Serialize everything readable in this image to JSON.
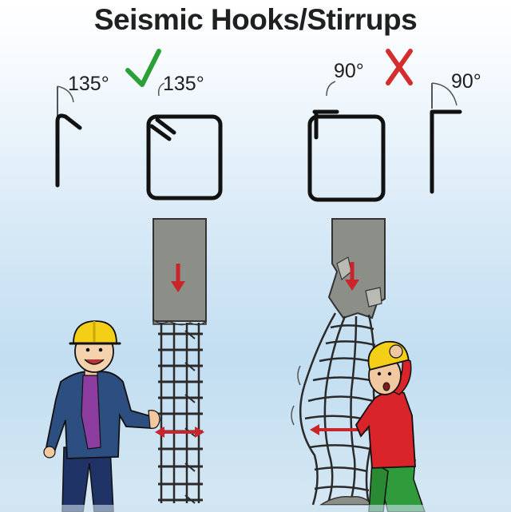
{
  "title": "Seismic Hooks/Stirrups",
  "labels": {
    "left_hook_angle": "135°",
    "left_stirrup_angle": "135°",
    "right_stirrup_angle": "90°",
    "right_hook_angle": "90°"
  },
  "colors": {
    "check": "#2aa036",
    "cross": "#d42d2d",
    "arrow": "#c9252a",
    "concrete": "#8c8e88",
    "helmet": "#f5cf16"
  },
  "icons": {
    "correct": "check-icon",
    "wrong": "cross-icon"
  }
}
